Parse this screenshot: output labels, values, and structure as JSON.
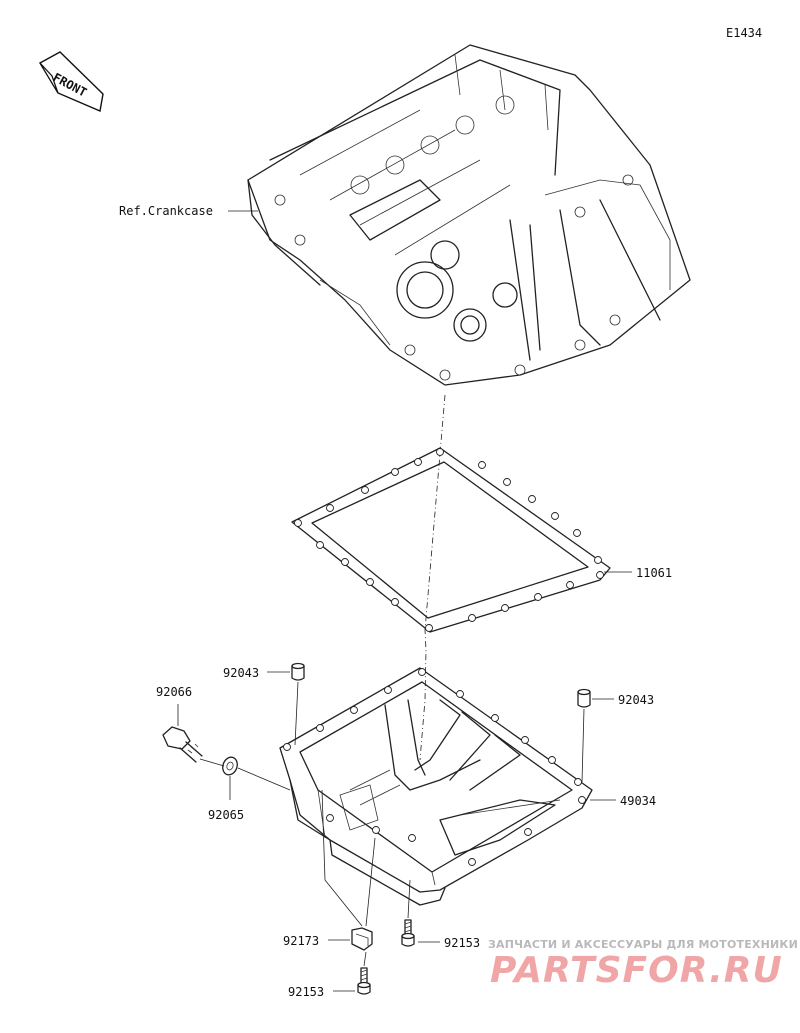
{
  "diagram_id": "E1434",
  "front_label": "FRONT",
  "ref_label": "Ref.Crankcase",
  "parts": {
    "gasket": "11061",
    "pin_left": "92043",
    "pin_right": "92043",
    "drain_plug": "92066",
    "washer": "92065",
    "oil_pan": "49034",
    "clamp": "92173",
    "bolt_right": "92153",
    "bolt_bottom": "92153"
  },
  "watermark": {
    "tagline": "ЗАПЧАСТИ И АКСЕССУАРЫ ДЛЯ МОТОТЕХНИКИ",
    "logo": "PARTSFOR.RU"
  }
}
